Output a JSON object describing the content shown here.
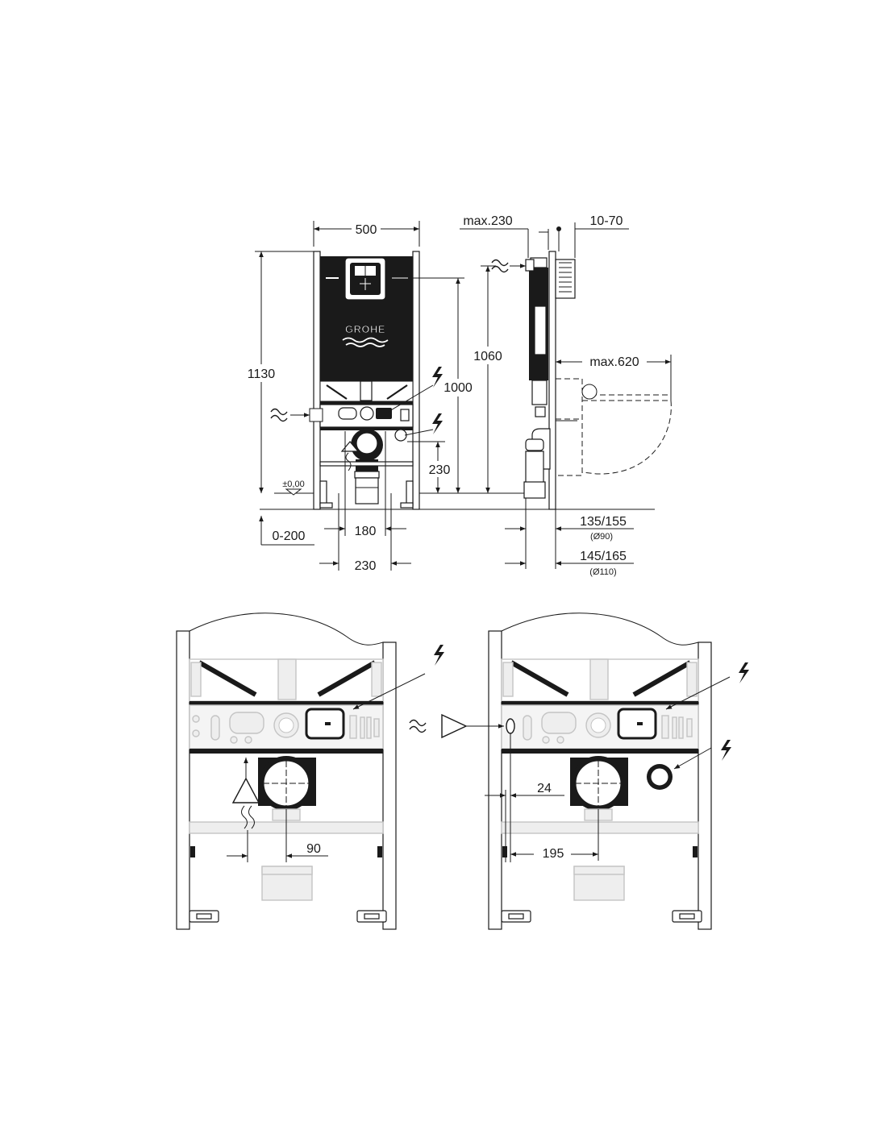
{
  "front_view": {
    "width_label": "500",
    "total_height_label": "1130",
    "height_1000_label": "1000",
    "height_230_label": "230",
    "floor_level_label": "±0,00",
    "offset_label": "0-200",
    "width_180_label": "180",
    "width_230_label": "230",
    "logo_text": "GROHE"
  },
  "side_view": {
    "max_230_label": "max.230",
    "range_10_70_label": "10-70",
    "height_1060_label": "1060",
    "max_620_label": "max.620",
    "depth_1_label": "135/155",
    "depth_1_sub": "(Ø90)",
    "depth_2_label": "145/165",
    "depth_2_sub": "(Ø110)"
  },
  "detail_left": {
    "dim_90_label": "90"
  },
  "detail_right": {
    "dim_24_label": "24",
    "dim_195_label": "195"
  },
  "icons": [
    "lightning-icon",
    "water-supply-icon",
    "arrow-icon"
  ],
  "colors": {
    "line": "#1a1a1a",
    "ghost": "#c4c4c4",
    "background": "#ffffff"
  }
}
